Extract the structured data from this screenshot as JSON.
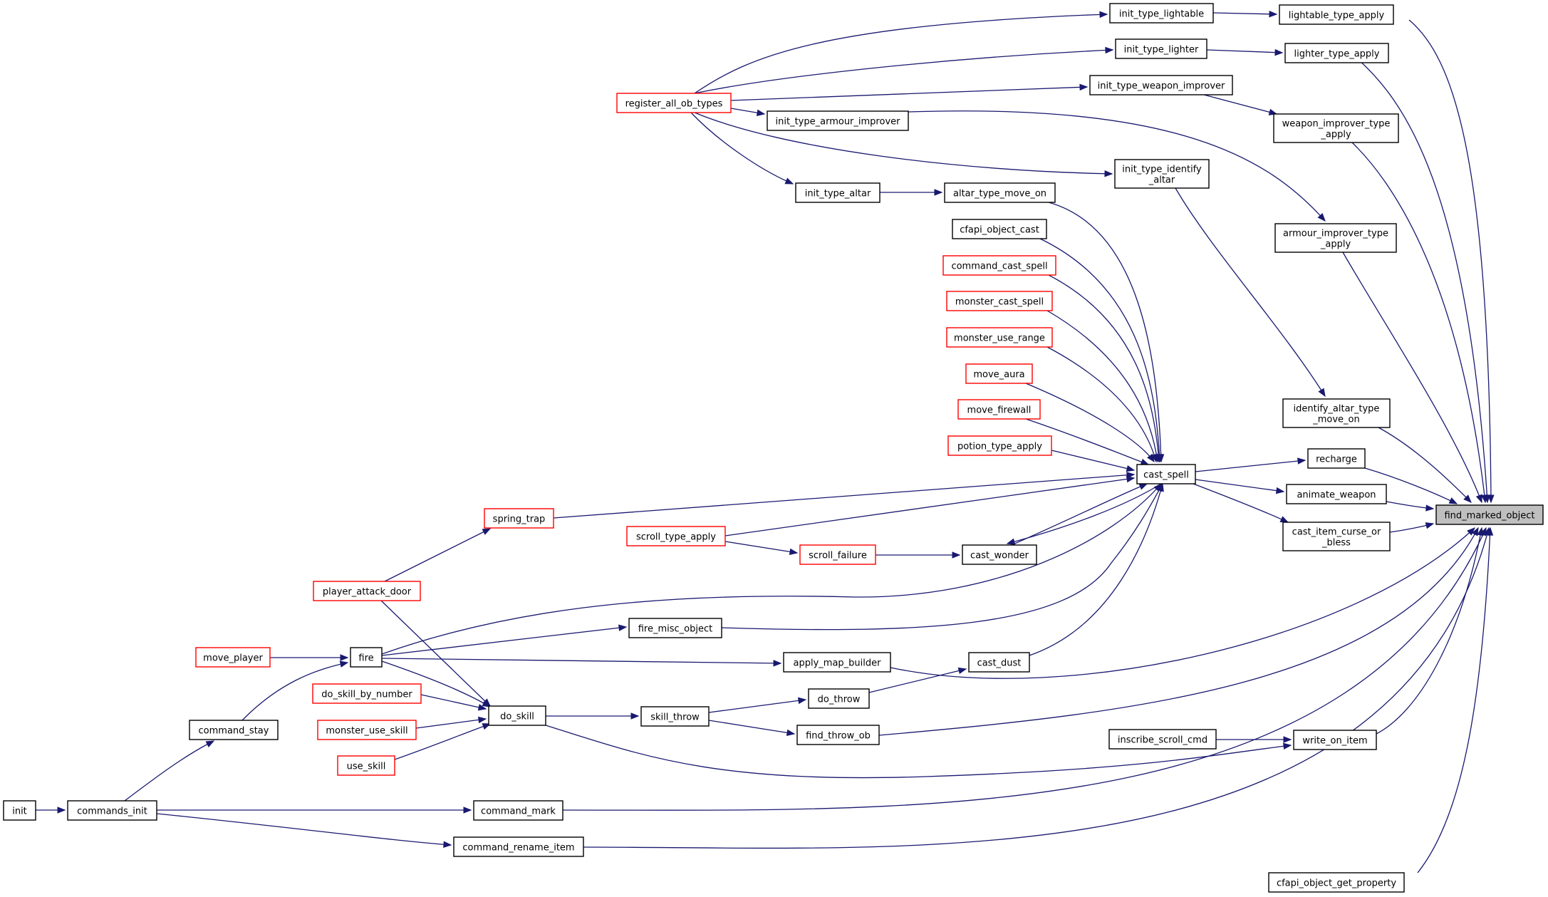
{
  "graph": {
    "title": "",
    "edge_color": "#191970",
    "truncated_border_color": "#ff0000",
    "target_fill_color": "#bfbfbf",
    "nodes": [
      {
        "id": "find_marked_object",
        "label": [
          "find_marked_object"
        ],
        "style": "target"
      },
      {
        "id": "lightable_type_apply",
        "label": [
          "lightable_type_apply"
        ]
      },
      {
        "id": "lighter_type_apply",
        "label": [
          "lighter_type_apply"
        ]
      },
      {
        "id": "weapon_improver_type_apply",
        "label": [
          "weapon_improver_type",
          "_apply"
        ]
      },
      {
        "id": "armour_improver_type_apply",
        "label": [
          "armour_improver_type",
          "_apply"
        ]
      },
      {
        "id": "identify_altar_type_move_on",
        "label": [
          "identify_altar_type",
          "_move_on"
        ]
      },
      {
        "id": "recharge",
        "label": [
          "recharge"
        ]
      },
      {
        "id": "animate_weapon",
        "label": [
          "animate_weapon"
        ]
      },
      {
        "id": "cast_item_curse_or_bless",
        "label": [
          "cast_item_curse_or",
          "_bless"
        ]
      },
      {
        "id": "write_on_item",
        "label": [
          "write_on_item"
        ]
      },
      {
        "id": "cfapi_object_get_property",
        "label": [
          "cfapi_object_get_property"
        ]
      },
      {
        "id": "init_type_lightable",
        "label": [
          "init_type_lightable"
        ]
      },
      {
        "id": "init_type_lighter",
        "label": [
          "init_type_lighter"
        ]
      },
      {
        "id": "init_type_weapon_improver",
        "label": [
          "init_type_weapon_improver"
        ]
      },
      {
        "id": "init_type_armour_improver",
        "label": [
          "init_type_armour_improver"
        ]
      },
      {
        "id": "init_type_identify_altar",
        "label": [
          "init_type_identify",
          "_altar"
        ]
      },
      {
        "id": "register_all_ob_types",
        "label": [
          "register_all_ob_types"
        ],
        "style": "truncated"
      },
      {
        "id": "init_type_altar",
        "label": [
          "init_type_altar"
        ]
      },
      {
        "id": "altar_type_move_on",
        "label": [
          "altar_type_move_on"
        ]
      },
      {
        "id": "cfapi_object_cast",
        "label": [
          "cfapi_object_cast"
        ]
      },
      {
        "id": "command_cast_spell",
        "label": [
          "command_cast_spell"
        ],
        "style": "truncated"
      },
      {
        "id": "monster_cast_spell",
        "label": [
          "monster_cast_spell"
        ],
        "style": "truncated"
      },
      {
        "id": "monster_use_range",
        "label": [
          "monster_use_range"
        ],
        "style": "truncated"
      },
      {
        "id": "move_aura",
        "label": [
          "move_aura"
        ],
        "style": "truncated"
      },
      {
        "id": "move_firewall",
        "label": [
          "move_firewall"
        ],
        "style": "truncated"
      },
      {
        "id": "potion_type_apply",
        "label": [
          "potion_type_apply"
        ],
        "style": "truncated"
      },
      {
        "id": "cast_spell",
        "label": [
          "cast_spell"
        ]
      },
      {
        "id": "spring_trap",
        "label": [
          "spring_trap"
        ],
        "style": "truncated"
      },
      {
        "id": "scroll_type_apply",
        "label": [
          "scroll_type_apply"
        ],
        "style": "truncated"
      },
      {
        "id": "scroll_failure",
        "label": [
          "scroll_failure"
        ],
        "style": "truncated"
      },
      {
        "id": "cast_wonder",
        "label": [
          "cast_wonder"
        ]
      },
      {
        "id": "player_attack_door",
        "label": [
          "player_attack_door"
        ],
        "style": "truncated"
      },
      {
        "id": "fire_misc_object",
        "label": [
          "fire_misc_object"
        ]
      },
      {
        "id": "move_player",
        "label": [
          "move_player"
        ],
        "style": "truncated"
      },
      {
        "id": "fire",
        "label": [
          "fire"
        ]
      },
      {
        "id": "apply_map_builder",
        "label": [
          "apply_map_builder"
        ]
      },
      {
        "id": "cast_dust",
        "label": [
          "cast_dust"
        ]
      },
      {
        "id": "do_skill_by_number",
        "label": [
          "do_skill_by_number"
        ],
        "style": "truncated"
      },
      {
        "id": "do_throw",
        "label": [
          "do_throw"
        ]
      },
      {
        "id": "command_stay",
        "label": [
          "command_stay"
        ]
      },
      {
        "id": "monster_use_skill",
        "label": [
          "monster_use_skill"
        ],
        "style": "truncated"
      },
      {
        "id": "do_skill",
        "label": [
          "do_skill"
        ]
      },
      {
        "id": "skill_throw",
        "label": [
          "skill_throw"
        ]
      },
      {
        "id": "find_throw_ob",
        "label": [
          "find_throw_ob"
        ]
      },
      {
        "id": "inscribe_scroll_cmd",
        "label": [
          "inscribe_scroll_cmd"
        ]
      },
      {
        "id": "use_skill",
        "label": [
          "use_skill"
        ],
        "style": "truncated"
      },
      {
        "id": "init",
        "label": [
          "init"
        ]
      },
      {
        "id": "commands_init",
        "label": [
          "commands_init"
        ]
      },
      {
        "id": "command_mark",
        "label": [
          "command_mark"
        ]
      },
      {
        "id": "command_rename_item",
        "label": [
          "command_rename_item"
        ]
      }
    ],
    "edges": [
      [
        "lightable_type_apply",
        "find_marked_object"
      ],
      [
        "lighter_type_apply",
        "find_marked_object"
      ],
      [
        "weapon_improver_type_apply",
        "find_marked_object"
      ],
      [
        "armour_improver_type_apply",
        "find_marked_object"
      ],
      [
        "identify_altar_type_move_on",
        "find_marked_object"
      ],
      [
        "recharge",
        "find_marked_object"
      ],
      [
        "animate_weapon",
        "find_marked_object"
      ],
      [
        "cast_item_curse_or_bless",
        "find_marked_object"
      ],
      [
        "write_on_item",
        "find_marked_object"
      ],
      [
        "cfapi_object_get_property",
        "find_marked_object"
      ],
      [
        "apply_map_builder",
        "find_marked_object"
      ],
      [
        "find_throw_ob",
        "find_marked_object"
      ],
      [
        "command_mark",
        "find_marked_object"
      ],
      [
        "command_rename_item",
        "find_marked_object"
      ],
      [
        "init_type_lightable",
        "lightable_type_apply"
      ],
      [
        "init_type_lighter",
        "lighter_type_apply"
      ],
      [
        "init_type_weapon_improver",
        "weapon_improver_type_apply"
      ],
      [
        "init_type_armour_improver",
        "armour_improver_type_apply"
      ],
      [
        "init_type_identify_altar",
        "identify_altar_type_move_on"
      ],
      [
        "register_all_ob_types",
        "init_type_lightable"
      ],
      [
        "register_all_ob_types",
        "init_type_lighter"
      ],
      [
        "register_all_ob_types",
        "init_type_weapon_improver"
      ],
      [
        "register_all_ob_types",
        "init_type_armour_improver"
      ],
      [
        "register_all_ob_types",
        "init_type_identify_altar"
      ],
      [
        "register_all_ob_types",
        "init_type_altar"
      ],
      [
        "init_type_altar",
        "altar_type_move_on"
      ],
      [
        "cast_spell",
        "recharge"
      ],
      [
        "cast_spell",
        "animate_weapon"
      ],
      [
        "cast_spell",
        "cast_item_curse_or_bless"
      ],
      [
        "altar_type_move_on",
        "cast_spell"
      ],
      [
        "cfapi_object_cast",
        "cast_spell"
      ],
      [
        "command_cast_spell",
        "cast_spell"
      ],
      [
        "monster_cast_spell",
        "cast_spell"
      ],
      [
        "monster_use_range",
        "cast_spell"
      ],
      [
        "move_aura",
        "cast_spell"
      ],
      [
        "move_firewall",
        "cast_spell"
      ],
      [
        "potion_type_apply",
        "cast_spell"
      ],
      [
        "spring_trap",
        "cast_spell"
      ],
      [
        "scroll_type_apply",
        "cast_spell"
      ],
      [
        "cast_wonder",
        "cast_spell"
      ],
      [
        "cast_spell",
        "cast_wonder"
      ],
      [
        "fire",
        "cast_spell"
      ],
      [
        "fire_misc_object",
        "cast_spell"
      ],
      [
        "cast_dust",
        "cast_spell"
      ],
      [
        "scroll_failure",
        "cast_wonder"
      ],
      [
        "scroll_type_apply",
        "scroll_failure"
      ],
      [
        "player_attack_door",
        "spring_trap"
      ],
      [
        "player_attack_door",
        "do_skill"
      ],
      [
        "fire",
        "fire_misc_object"
      ],
      [
        "fire",
        "apply_map_builder"
      ],
      [
        "fire",
        "do_skill"
      ],
      [
        "move_player",
        "fire"
      ],
      [
        "command_stay",
        "fire"
      ],
      [
        "do_throw",
        "cast_dust"
      ],
      [
        "skill_throw",
        "do_throw"
      ],
      [
        "skill_throw",
        "find_throw_ob"
      ],
      [
        "do_skill",
        "skill_throw"
      ],
      [
        "do_skill",
        "write_on_item"
      ],
      [
        "do_skill_by_number",
        "do_skill"
      ],
      [
        "monster_use_skill",
        "do_skill"
      ],
      [
        "use_skill",
        "do_skill"
      ],
      [
        "inscribe_scroll_cmd",
        "write_on_item"
      ],
      [
        "commands_init",
        "command_stay"
      ],
      [
        "commands_init",
        "command_mark"
      ],
      [
        "commands_init",
        "command_rename_item"
      ],
      [
        "init",
        "commands_init"
      ]
    ]
  }
}
